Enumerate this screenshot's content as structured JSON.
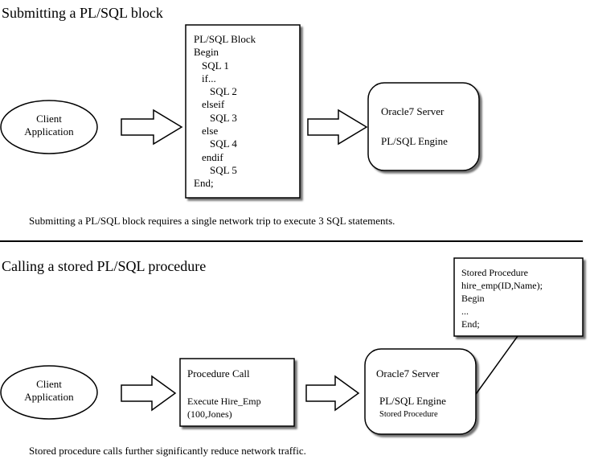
{
  "section1": {
    "heading": "Submitting a PL/SQL block",
    "client": {
      "line1": "Client",
      "line2": "Application"
    },
    "block_lines": [
      "PL/SQL Block",
      "Begin",
      "SQL 1",
      "if...",
      "SQL 2",
      "elseif",
      "SQL 3",
      "else",
      "SQL 4",
      "endif",
      "SQL 5",
      "End;"
    ],
    "server": {
      "title": "Oracle7 Server",
      "engine": "PL/SQL Engine"
    },
    "caption": "Submitting a PL/SQL block requires a single network trip to execute 3 SQL statements."
  },
  "section2": {
    "heading": "Calling a stored PL/SQL procedure",
    "client": {
      "line1": "Client",
      "line2": "Application"
    },
    "call": {
      "title": "Procedure Call",
      "line1": "Execute Hire_Emp",
      "line2": "(100,Jones)"
    },
    "server": {
      "title": "Oracle7 Server",
      "engine": "PL/SQL Engine",
      "sub": "Stored Procedure"
    },
    "stored_lines": [
      "Stored Procedure",
      "hire_emp(ID,Name);",
      "Begin",
      "...",
      "End;"
    ],
    "caption": "Stored procedure calls further significantly reduce network traffic."
  }
}
